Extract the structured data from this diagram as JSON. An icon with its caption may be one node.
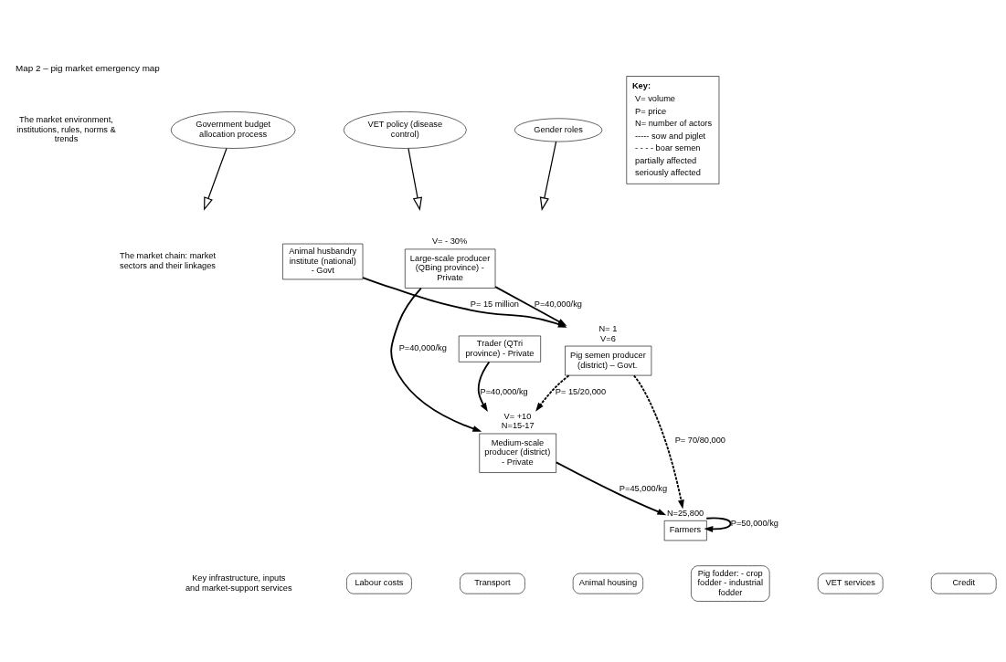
{
  "diagram": {
    "title": "Map 2 – pig market emergency map",
    "nodes": [
      {
        "text": [
          "Government budget allocation process"
        ]
      },
      {
        "text": [
          "VET policy (disease control)"
        ]
      },
      {
        "text": [
          "Gender roles"
        ]
      },
      {
        "text": [
          "Large-scale producer (QBing province) - Private"
        ],
        "beside": [
          "V= - 30%"
        ]
      },
      {
        "text": [
          "Trader (QTri province) - Private"
        ]
      },
      {
        "text": [
          "Animal husbandry institute (national) - Govt"
        ]
      },
      {
        "text": [
          "Medium-scale producer (district) - Private"
        ],
        "beside": [
          "V= +10",
          "N=15-17"
        ]
      },
      {
        "text": [
          "Pig semen producer (district) – Govt."
        ],
        "beside": [
          "N= 1",
          "V=6"
        ]
      },
      {
        "text": [
          "Farmers"
        ],
        "beside": [
          "N=25,800"
        ]
      },
      {
        "text": [
          "Labour costs"
        ]
      },
      {
        "text": [
          "Transport"
        ]
      },
      {
        "text": [
          "Animal housing"
        ]
      },
      {
        "text": [
          "Pig fodder: - crop fodder - industrial fodder"
        ]
      },
      {
        "text": [
          "VET services"
        ]
      },
      {
        "text": [
          "Credit"
        ]
      }
    ],
    "edges": [
      {
        "from": 0,
        "to": null,
        "arrow": "to"
      },
      {
        "from": 1,
        "to": null,
        "arrow": "to"
      },
      {
        "from": 2,
        "to": null,
        "arrow": "to"
      },
      {
        "from": 3,
        "to": 6,
        "arrow": "to",
        "label": "P=40,000/kg"
      },
      {
        "from": 4,
        "to": 6,
        "arrow": "to",
        "label": "P=40,000/kg"
      },
      {
        "from": 3,
        "to": 7,
        "arrow": "to",
        "label": "P=40,000/kg"
      },
      {
        "from": 5,
        "to": 7,
        "arrow": "to",
        "label": "P= 15 million"
      },
      {
        "from": 7,
        "to": 6,
        "arrow": "to",
        "label": "P= 15/20,000",
        "style": "dashed"
      },
      {
        "from": 6,
        "to": 8,
        "arrow": "to",
        "label": "P=45,000/kg"
      },
      {
        "from": 7,
        "to": 8,
        "arrow": "to",
        "label": "P= 70/80,000",
        "style": "dashed"
      },
      {
        "from": 8,
        "to": 8,
        "arrow": "to",
        "label": "P=50,000/kg"
      }
    ],
    "labels": [
      "The market environment, institutions, rules, norms & trends",
      "Key:",
      "The market chain: market sectors and their linkages",
      "Key infrastructure, inputs and market-support services"
    ],
    "legend": [
      {
        "text": "V= volume"
      },
      {
        "text": "P= price"
      },
      {
        "text": "N= number of actors"
      },
      {
        "text": "----- sow and piglet"
      },
      {
        "text": "- - - - boar semen"
      },
      {
        "text": "partially affected"
      },
      {
        "text": "seriously affected"
      }
    ]
  }
}
